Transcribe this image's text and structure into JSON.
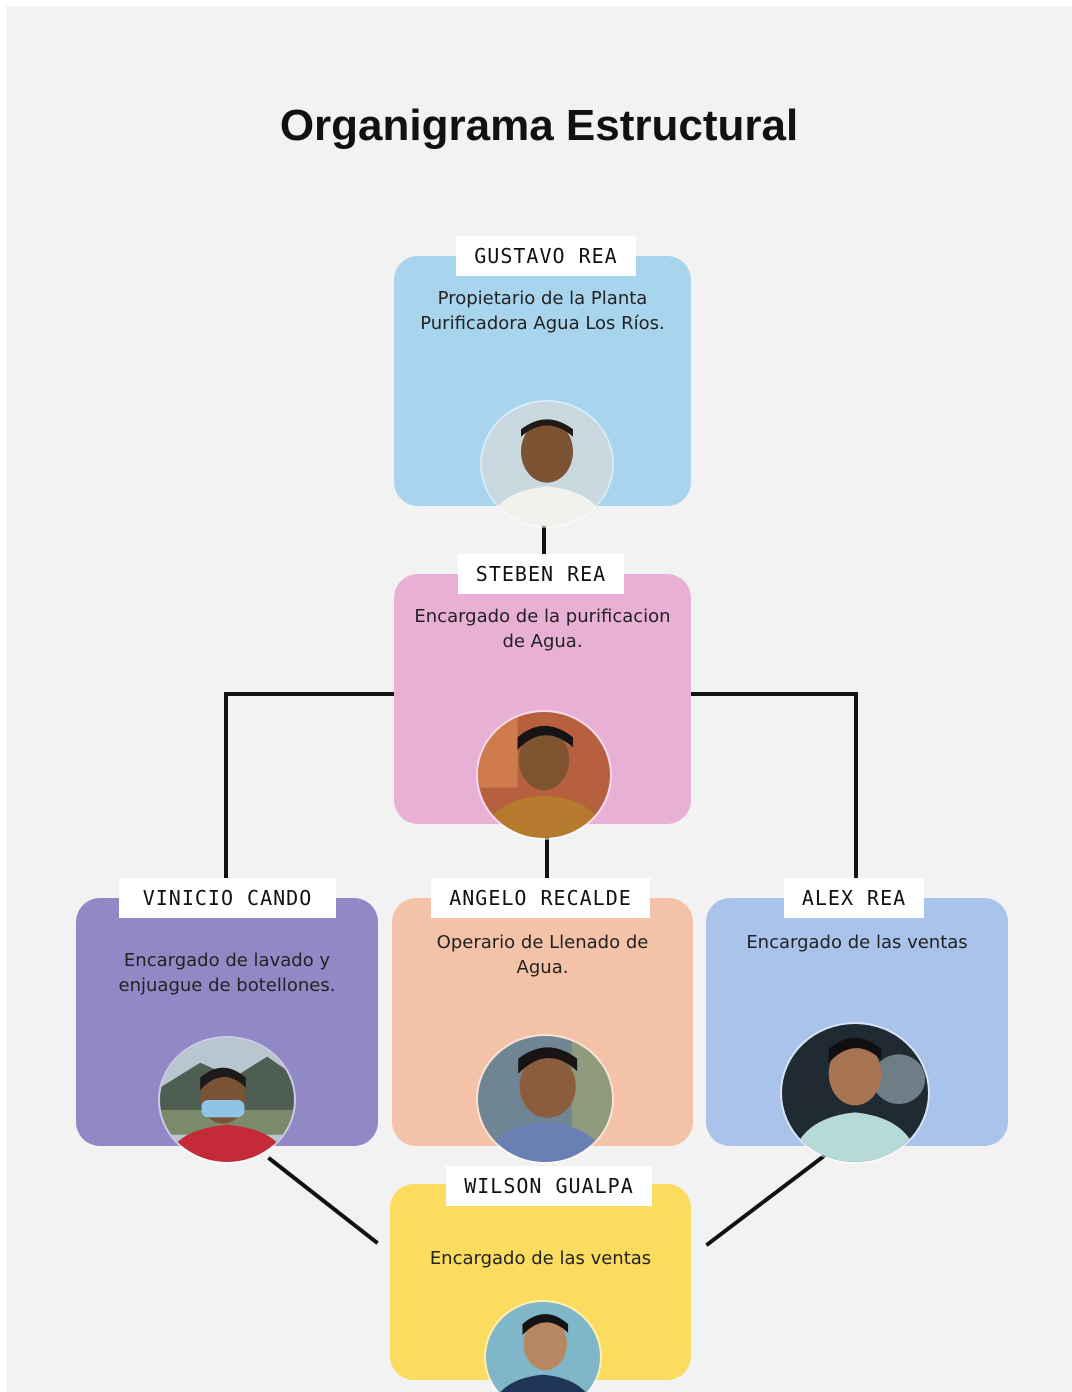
{
  "title": "Organigrama Estructural",
  "colors": {
    "background": "#f2f2f2",
    "connector": "#111111",
    "owner_card": "#a8d4ee",
    "manager_card": "#e9b0d6",
    "washing_card": "#9189c6",
    "filling_card": "#f4c3a7",
    "sales_card": "#a9c3ea",
    "sales2_card": "#fbdc5f"
  },
  "people": {
    "gustavo": {
      "name": "GUSTAVO REA",
      "role": "Propietario de la Planta Purificadora  Agua Los Ríos.",
      "photo_icon": "person-photo"
    },
    "steben": {
      "name": "STEBEN REA",
      "role": "Encargado de la purificacion de Agua.",
      "photo_icon": "person-photo"
    },
    "vinicio": {
      "name": "VINICIO CANDO",
      "role": "Encargado de lavado y enjuague de botellones.",
      "photo_icon": "person-photo"
    },
    "angelo": {
      "name": "ANGELO RECALDE",
      "role": "Operario de Llenado de Agua.",
      "photo_icon": "person-photo"
    },
    "alex": {
      "name": "ALEX REA",
      "role": "Encargado de las ventas",
      "photo_icon": "person-photo"
    },
    "wilson": {
      "name": "WILSON GUALPA",
      "role": "Encargado de las ventas",
      "photo_icon": "person-photo"
    }
  }
}
